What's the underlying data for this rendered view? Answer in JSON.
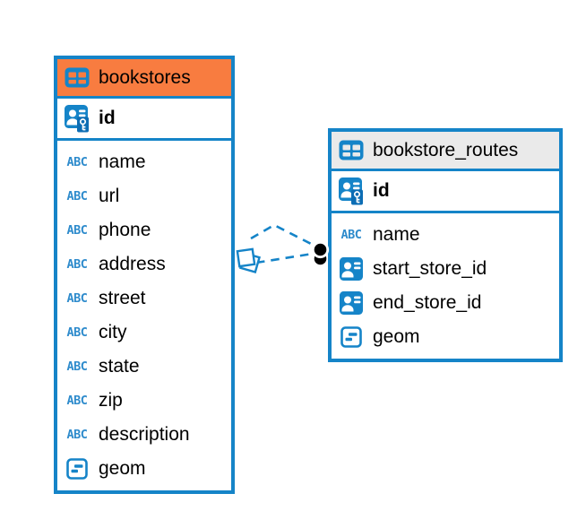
{
  "diagram": {
    "icons": {
      "text_type_label": "ABC"
    },
    "colors": {
      "accent_blue": "#1584C8",
      "bookstores_header_bg": "#F87C40",
      "routes_header_bg": "#EAEAEA",
      "relation_endpoint": "#000000",
      "text": "#000000"
    },
    "tables": [
      {
        "title": "bookstores",
        "primary_key": {
          "label": "id"
        },
        "columns": [
          {
            "label": "name",
            "type": "text"
          },
          {
            "label": "url",
            "type": "text"
          },
          {
            "label": "phone",
            "type": "text"
          },
          {
            "label": "address",
            "type": "text"
          },
          {
            "label": "street",
            "type": "text"
          },
          {
            "label": "city",
            "type": "text"
          },
          {
            "label": "state",
            "type": "text"
          },
          {
            "label": "zip",
            "type": "text"
          },
          {
            "label": "description",
            "type": "text"
          },
          {
            "label": "geom",
            "type": "geometry"
          }
        ]
      },
      {
        "title": "bookstore_routes",
        "primary_key": {
          "label": "id"
        },
        "columns": [
          {
            "label": "name",
            "type": "text"
          },
          {
            "label": "start_store_id",
            "type": "reference"
          },
          {
            "label": "end_store_id",
            "type": "reference"
          },
          {
            "label": "geom",
            "type": "geometry"
          }
        ]
      }
    ],
    "relation": {
      "from_table": "bookstores",
      "to_table": "bookstore_routes",
      "line_style": "dashed"
    }
  }
}
